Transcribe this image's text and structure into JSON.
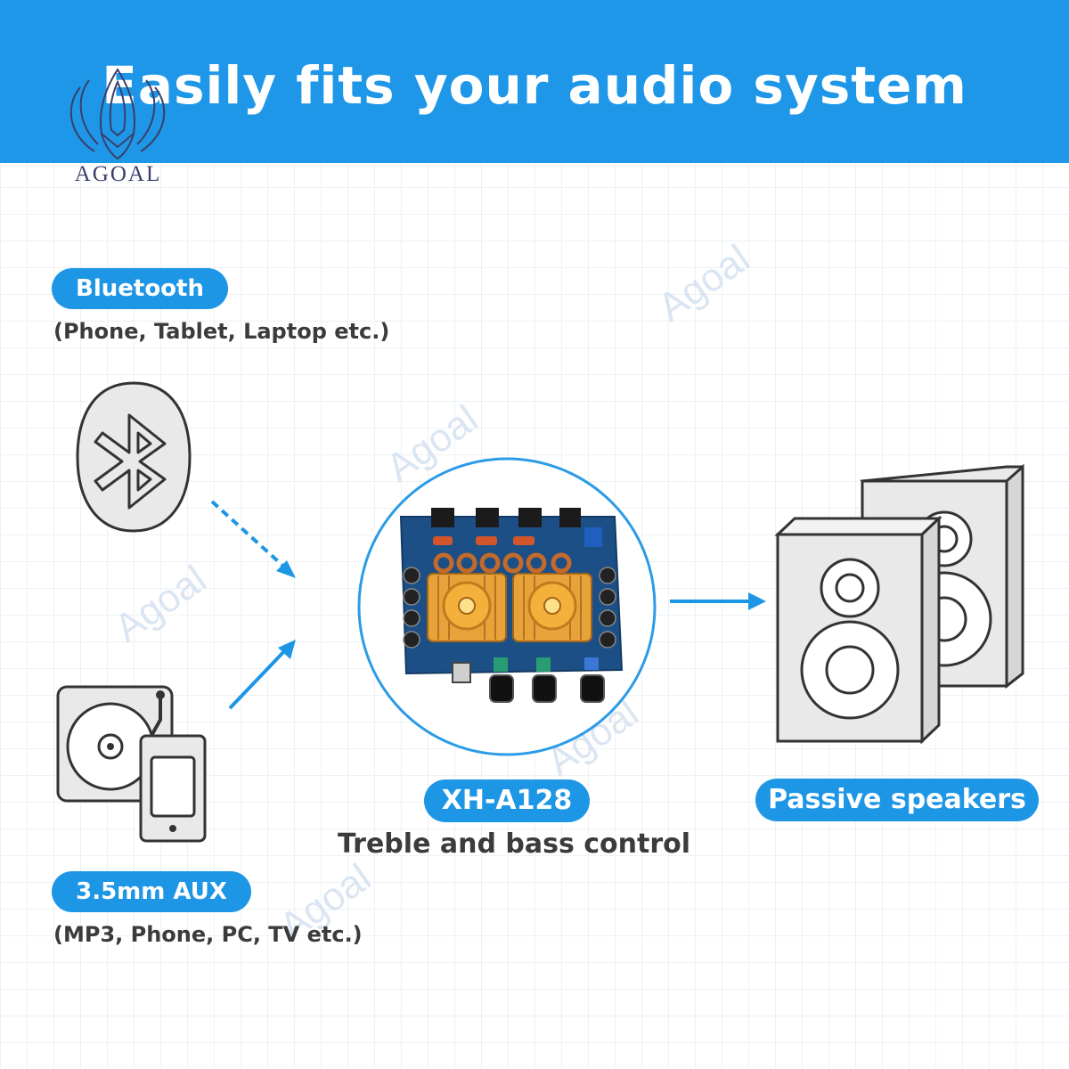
{
  "banner": {
    "title": "Easily fits your audio system"
  },
  "logo": {
    "brand": "AGOAL"
  },
  "watermark": {
    "text": "Agoal"
  },
  "sources": {
    "bluetooth": {
      "label": "Bluetooth",
      "subtitle": "(Phone, Tablet, Laptop etc.)"
    },
    "aux": {
      "label": "3.5mm AUX",
      "subtitle": "(MP3, Phone, PC, TV etc.)"
    }
  },
  "board": {
    "model": "XH-A128",
    "subtitle": "Treble and bass control"
  },
  "output": {
    "label": "Passive speakers"
  },
  "colors": {
    "accent": "#1e96e6",
    "banner": "#1f97e8",
    "text": "#3b3b3b"
  }
}
